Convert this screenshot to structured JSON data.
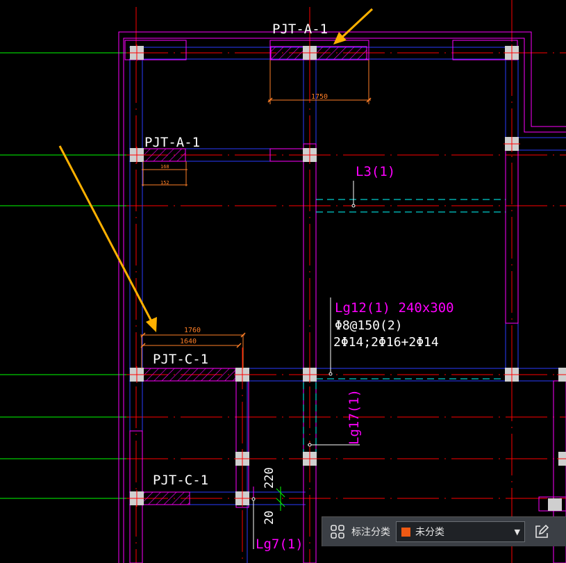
{
  "drawing": {
    "colors": {
      "background": "#000000",
      "axis_red": "#ff0000",
      "axis_green": "#00ff00",
      "wall_magenta": "#ff00ff",
      "beam_blue": "#2a3cff",
      "dim_orange": "#ff7f27",
      "dashed_cyan": "#00ffff",
      "column_fill": "#cfcfcf",
      "text_white": "#ffffff",
      "arrow_yellow": "#ffb100"
    },
    "labels": {
      "pjt_a1_top": "PJT-A-1",
      "pjt_a1_left": "PJT-A-1",
      "pjt_c1_mid": "PJT-C-1",
      "pjt_c1_low": "PJT-C-1",
      "beam_l3": "L3(1)",
      "beam_lg12": "Lg12(1) 240x300",
      "beam_lg12_stirrup": "Φ8@150(2)",
      "beam_lg12_rebar": "2Φ14;2Φ16+2Φ14",
      "beam_lg17": "Lg17(1)",
      "beam_lg7": "Lg7(1)"
    },
    "dimensions": {
      "dim_1750": "1750",
      "dim_168": "168",
      "dim_152": "152",
      "dim_1760": "1760",
      "dim_1640": "1640",
      "dim_220": "220",
      "dim_20": "20"
    }
  },
  "toolbar": {
    "grid_icon": "grid-icon",
    "label": "标注分类",
    "category_value": "未分类",
    "category_color": "#f05a14",
    "dropdown_icon": "chevron-down-icon",
    "edit_icon": "edit-icon"
  }
}
